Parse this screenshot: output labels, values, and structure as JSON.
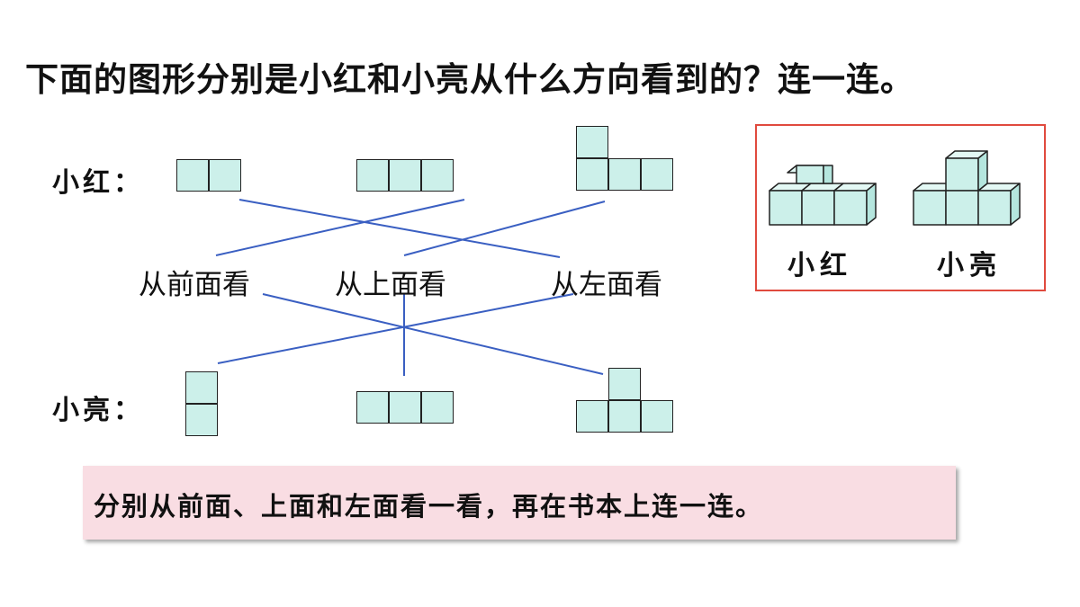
{
  "title": "下面的图形分别是小红和小亮从什么方向看到的？连一连。",
  "rows": {
    "xiaohong_label": "小红：",
    "xiaoliang_label": "小亮："
  },
  "directions": {
    "front": "从前面看",
    "top": "从上面看",
    "left": "从左面看"
  },
  "example": {
    "xiaohong": "小红",
    "xiaoliang": "小亮"
  },
  "hint": "分别从前面、上面和左面看一看，再在书本上连一连。",
  "colors": {
    "cube_fill": "#ccf0ea",
    "line": "#3a5fc2",
    "frame": "#e04a3e",
    "hint_bg": "#f9dde3"
  }
}
